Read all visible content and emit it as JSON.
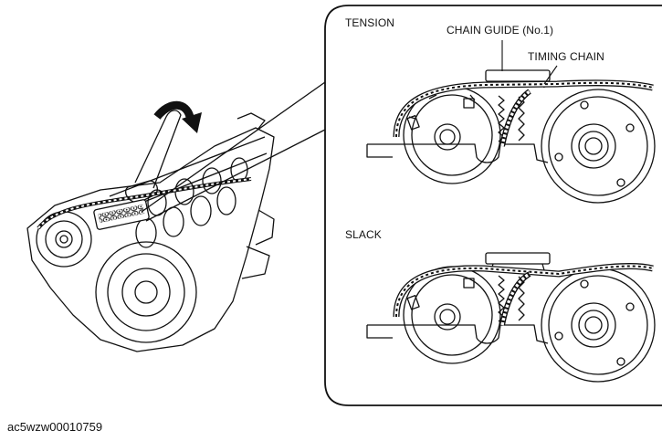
{
  "labels": {
    "tension": "TENSION",
    "chain_guide": "CHAIN GUIDE (No.1)",
    "timing_chain": "TIMING CHAIN",
    "slack": "SLACK"
  },
  "figure_id": "ac5wzw00010759",
  "colors": {
    "line": "#111111",
    "background": "#ffffff"
  }
}
